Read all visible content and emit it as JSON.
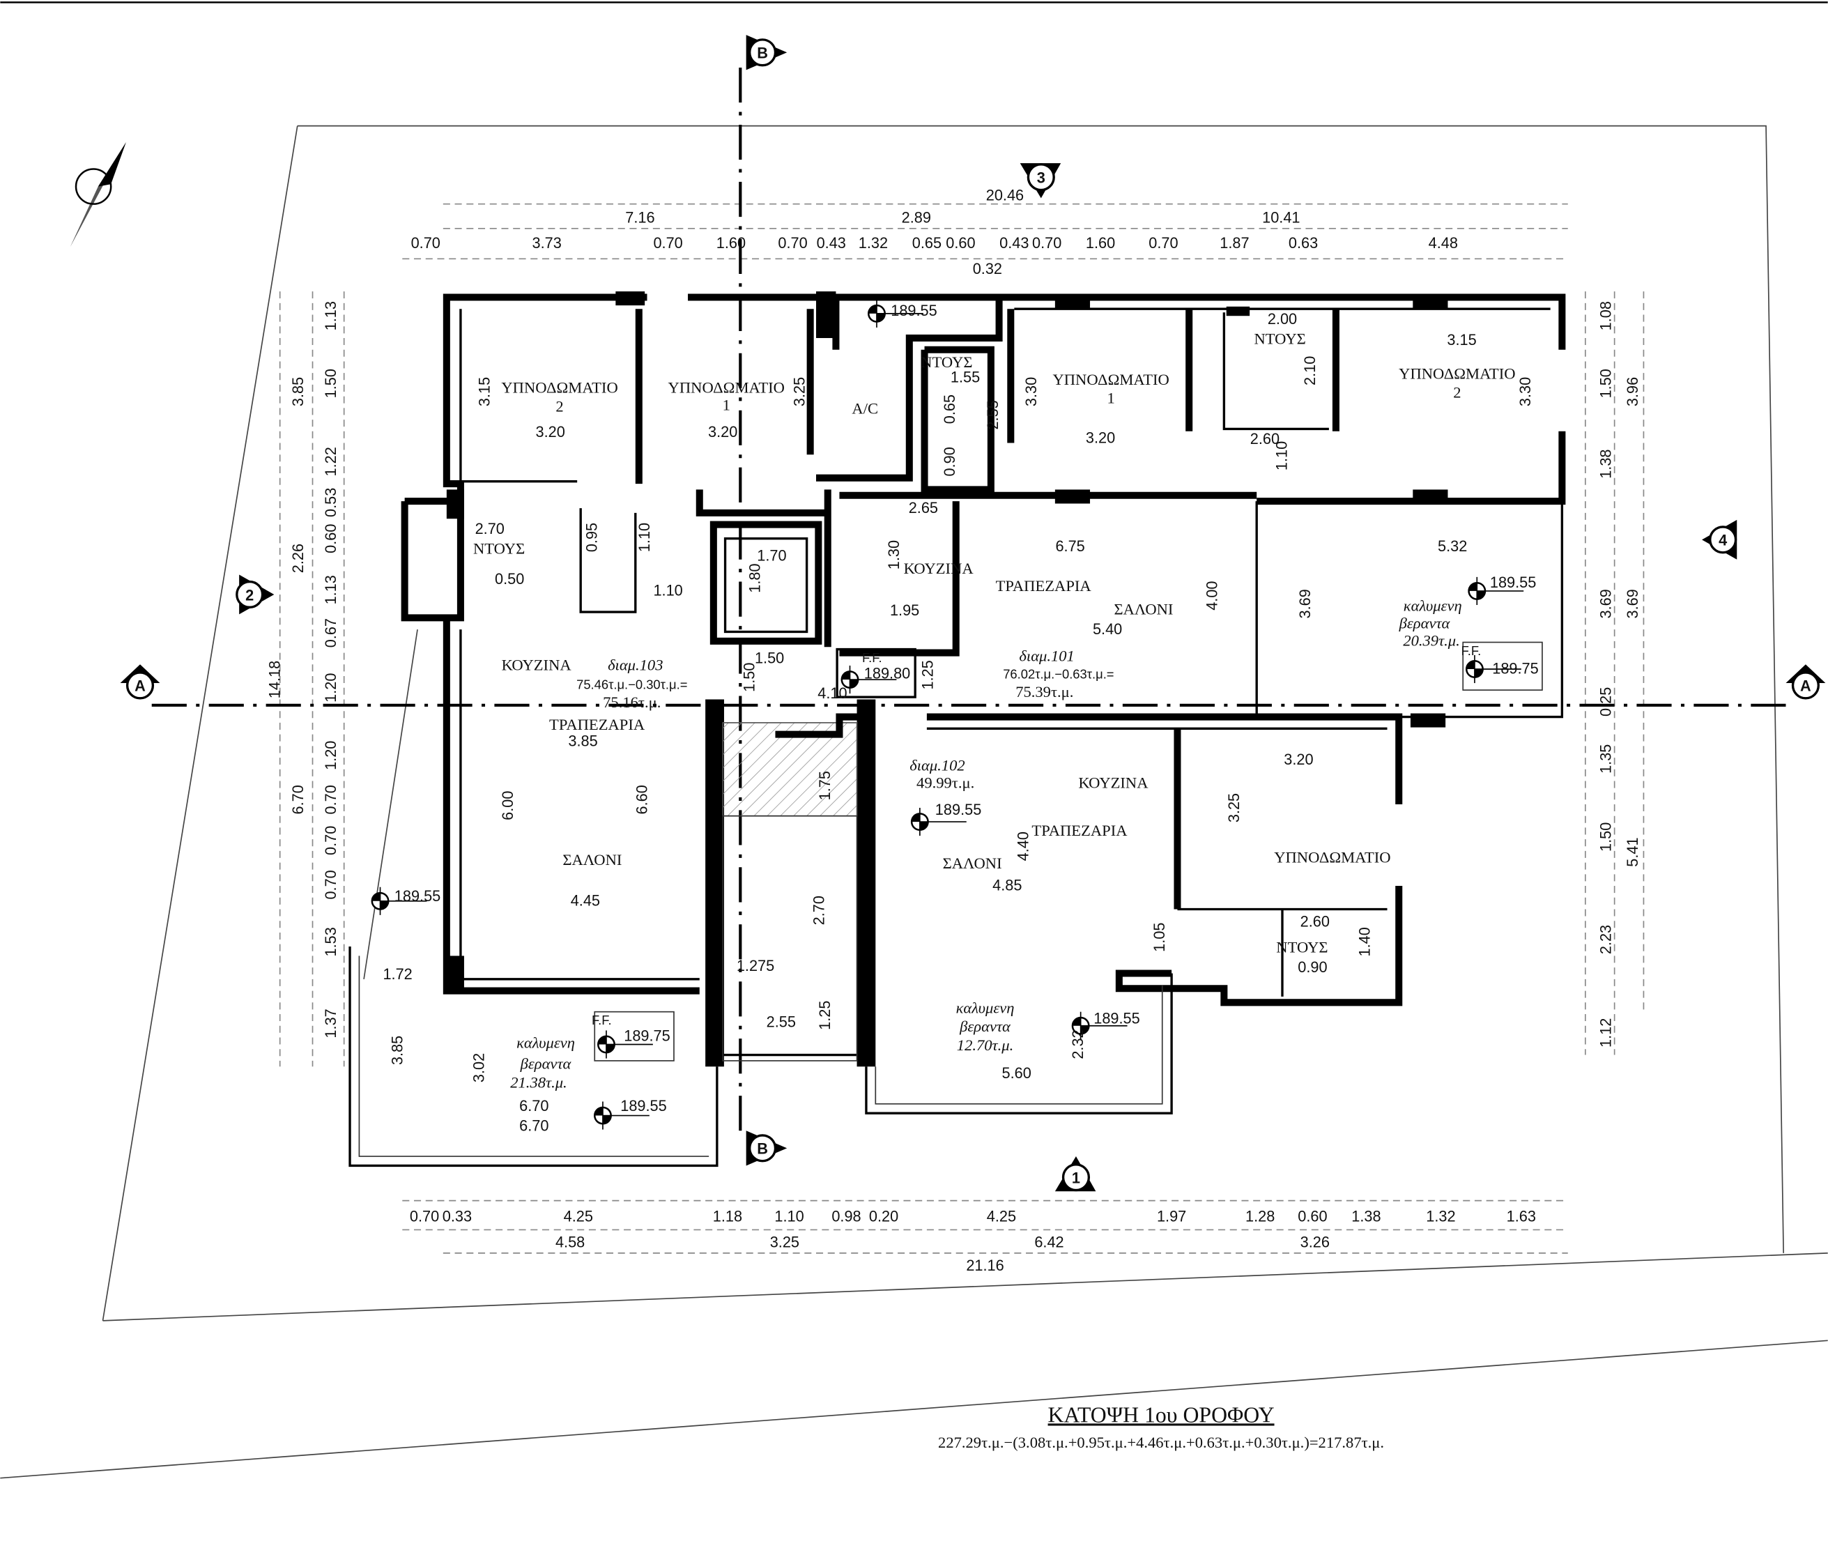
{
  "drawing": {
    "title": "ΚΑΤΟΨΗ 1ου ΟΡΟΦΟΥ",
    "area_formula": "227.29τ.μ.−(3.08τ.μ.+0.95τ.μ.+4.46τ.μ.+0.63τ.μ.+0.30τ.μ.)=217.87τ.μ."
  },
  "grid_markers": {
    "A_left": "A",
    "A_right": "A",
    "B_top": "B",
    "B_bottom": "B",
    "g1": "1",
    "g2": "2",
    "g3": "3",
    "g4": "4"
  },
  "dimensions": {
    "top_overall": "20.46",
    "top_sub": [
      "7.16",
      "2.89",
      "10.41"
    ],
    "top_detail": [
      "0.70",
      "3.73",
      "0.70",
      "1.60",
      "0.70",
      "0.43",
      "1.32",
      "0.65",
      "0.60",
      "0.32",
      "0.43",
      "0.70",
      "1.60",
      "0.70",
      "1.87",
      "0.63",
      "4.48"
    ],
    "bottom_detail": [
      "0.70",
      "0.33",
      "4.25",
      "1.18",
      "1.10",
      "0.98",
      "0.20",
      "4.25",
      "1.97",
      "1.28",
      "0.60",
      "1.38",
      "1.32",
      "1.63"
    ],
    "bottom_sub": [
      "4.58",
      "3.25",
      "6.42",
      "3.26"
    ],
    "bottom_overall": "21.16",
    "left_overall": "14.18",
    "left_sub": [
      "3.85",
      "2.26",
      "6.70"
    ],
    "left_detail": [
      "1.13",
      "1.50",
      "1.22",
      "0.53",
      "0.60",
      "1.13",
      "0.67",
      "1.20",
      "1.20",
      "0.70",
      "0.70",
      "0.70",
      "1.53",
      "1.37"
    ],
    "right_detail": [
      "1.08",
      "1.50",
      "1.38",
      "3.69",
      "0.25",
      "1.35",
      "1.50",
      "2.23",
      "1.12"
    ],
    "right_sub": [
      "3.96",
      "3.69",
      "5.41"
    ]
  },
  "apartment_103": {
    "bedroom2": {
      "name": "ΥΠΝΟΔΩΜΑΤΙΟ",
      "num": "2",
      "h": "3.15",
      "w": "3.20"
    },
    "bedroom1": {
      "name": "ΥΠΝΟΔΩΜΑΤΙΟ",
      "num": "1",
      "h": "3.25",
      "w": "3.20"
    },
    "shower": {
      "name": "ΝΤΟΥΣ",
      "w": "2.70",
      "a": "0.50",
      "b": "0.95",
      "c": "1.10",
      "d": "1.10"
    },
    "kitchen": "ΚΟΥΖΙΝΑ",
    "area_label": "διαμ.103",
    "area_calc": "75.46τ.μ.−0.30τ.μ.=",
    "area_net": "75.16τ.μ.",
    "dining": {
      "name": "ΤΡΑΠΕΖΑΡΙΑ",
      "w": "3.85"
    },
    "living": {
      "name": "ΣΑΛΟΝΙ",
      "w": "4.45",
      "h1": "6.00",
      "h2": "6.60"
    },
    "veranda": {
      "l1": "καλυμενη",
      "l2": "βεραντα",
      "area": "21.38τ.μ.",
      "w1": "6.70",
      "w2": "6.70",
      "h1": "3.85",
      "h2": "3.02",
      "side": "1.72"
    },
    "elev1": "189.55",
    "elev2": "189.55",
    "ff_label": "F.F.",
    "ff_elev": "189.75"
  },
  "apartment_101": {
    "ac": "A/C",
    "shower_small": {
      "name": "ΝΤΟΥΣ",
      "w": "1.55",
      "a": "0.65",
      "b": "2.55",
      "c": "0.90"
    },
    "bedroom1": {
      "name": "ΥΠΝΟΔΩΜΑΤΙΟ",
      "num": "1",
      "h": "3.30",
      "w": "3.20"
    },
    "shower": {
      "name": "ΝΤΟΥΣ",
      "w": "2.00",
      "h": "2.10",
      "w2": "2.60",
      "h2": "1.10"
    },
    "bedroom2": {
      "name": "ΥΠΝΟΔΩΜΑΤΙΟ",
      "num": "2",
      "w": "3.15",
      "h": "3.30"
    },
    "kitchen": {
      "name": "ΚΟΥΖΙΝΑ",
      "w": "2.65",
      "h": "1.30",
      "w2": "1.95"
    },
    "dining": "ΤΡΑΠΕΖΑΡΙΑ",
    "living": {
      "name": "ΣΑΛΟΝΙ",
      "w1": "6.75",
      "w2": "5.40",
      "h": "4.00"
    },
    "area_label": "διαμ.101",
    "area_calc": "76.02τ.μ.−0.63τ.μ.=",
    "area_net": "75.39τ.μ.",
    "veranda": {
      "l1": "καλυμενη",
      "l2": "βεραντα",
      "area": "20.39τ.μ.",
      "w": "5.32",
      "h": "3.69"
    },
    "elev_top": "189.55",
    "elev_ver": "189.55",
    "ff_label": "F.F.",
    "ff_elev": "189.75"
  },
  "core": {
    "lift_w": "1.70",
    "lift_h": "1.80",
    "landing_a": "1.50",
    "landing_b": "1.50",
    "landing_c": "4.10",
    "stair_a": "1.75",
    "stair_b": "2.70",
    "stair_c": "1.275",
    "stair_d": "2.55",
    "stair_e": "1.25",
    "ff_label": "F.F.",
    "ff_elev": "189.80",
    "ff_h": "1.25"
  },
  "apartment_102": {
    "area_label": "διαμ.102",
    "area": "49.99τ.μ.",
    "elev": "189.55",
    "kitchen": "ΚΟΥΖΙΝΑ",
    "dining": "ΤΡΑΠΕΖΑΡΙΑ",
    "living": {
      "name": "ΣΑΛΟΝΙ",
      "w": "4.85",
      "h": "4.40"
    },
    "bedroom": {
      "name": "ΥΠΝΟΔΩΜΑΤΙΟ",
      "w": "3.20",
      "h": "3.25"
    },
    "shower": {
      "name": "ΝΤΟΥΣ",
      "w": "2.60",
      "a": "0.90",
      "b": "1.40",
      "c": "1.05"
    },
    "veranda": {
      "l1": "καλυμενη",
      "l2": "βεραντα",
      "area": "12.70τ.μ.",
      "w": "5.60",
      "h": "2.32",
      "elev": "189.55"
    }
  }
}
